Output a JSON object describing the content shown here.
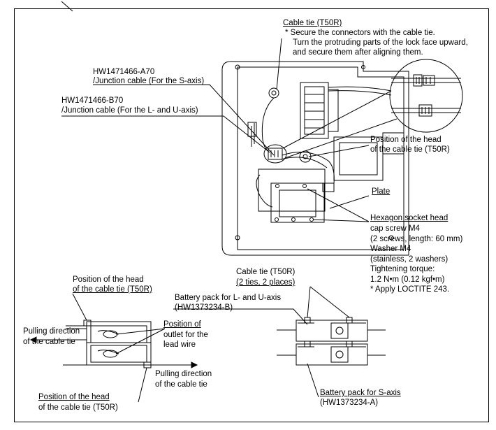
{
  "callouts": {
    "cable_tie_top": {
      "title": "Cable tie (T50R)",
      "note_line1": "* Secure the connectors with the cable tie.",
      "note_line2": "Turn the protruding parts of the lock face upward,",
      "note_line3": "and secure them after aligning them."
    },
    "cable_a70": {
      "part": "HW1471466-A70",
      "desc": "/Junction cable (For the S-axis)"
    },
    "cable_b70": {
      "part": "HW1471466-B70",
      "desc": "/Junction cable (For the L- and U-axis)"
    },
    "head_position_right": {
      "line1": "Position of the head",
      "line2": "of the cable tie (T50R)"
    },
    "plate": {
      "label": "Plate"
    },
    "screw": {
      "line1": "Hexagon socket head",
      "line2": "cap screw M4",
      "line3": "(2 screws, length: 60 mm)",
      "line4": "Washer M4",
      "line5": "(stainless, 2 washers)",
      "line6": "Tightening torque:",
      "line7": "1.2 N•m (0.12 kgf•m)",
      "line8": "* Apply LOCTITE 243."
    },
    "head_position_left_top": {
      "line1": "Position of the head",
      "line2": "of the cable tie (T50R)"
    },
    "pulling_left": {
      "line1": "Pulling direction",
      "line2": "of the cable tie"
    },
    "outlet": {
      "line1": "Position of",
      "line2": "outlet for the",
      "line3": "lead wire"
    },
    "pulling_bottom": {
      "line1": "Pulling direction",
      "line2": "of the cable tie"
    },
    "head_position_left_bottom": {
      "line1": "Position of the head",
      "line2": "of the cable tie (T50R)"
    },
    "cable_tie_mid": {
      "title": "Cable tie (T50R)",
      "sub": "(2 ties, 2 places)"
    },
    "battery_lu": {
      "line1": "Battery pack for L- and U-axis",
      "line2": "(HW1373234-B)"
    },
    "battery_s": {
      "line1": "Battery pack for S-axis",
      "line2": "(HW1373234-A)"
    }
  }
}
